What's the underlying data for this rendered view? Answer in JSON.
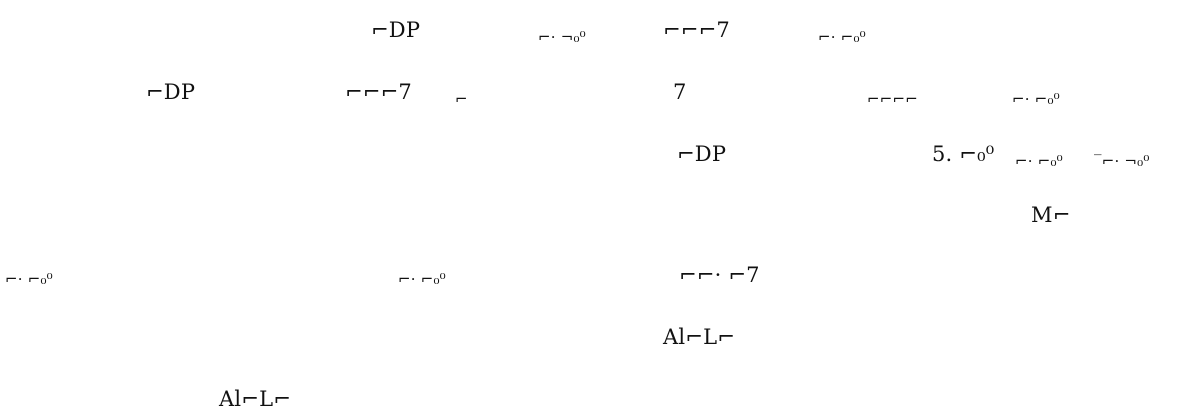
{
  "fragments": [
    "⌐DP",
    "⌐· ¬₀⁰",
    "⌐⌐⌐7",
    "⌐· ⌐₀⁰",
    "⌐DP",
    "⌐⌐⌐7",
    "⌐",
    "7",
    "⌐⌐⌐⌐",
    "⌐· ⌐₀⁰",
    "⌐DP",
    "5. ⌐₀⁰",
    "⌐· ⌐₀⁰",
    "‾⌐· ¬₀⁰",
    "M⌐",
    "⌐· ⌐₀⁰",
    "⌐· ⌐₀⁰",
    "⌐⌐· ⌐7",
    "Al⌐L⌐",
    "Al⌐L⌐"
  ]
}
